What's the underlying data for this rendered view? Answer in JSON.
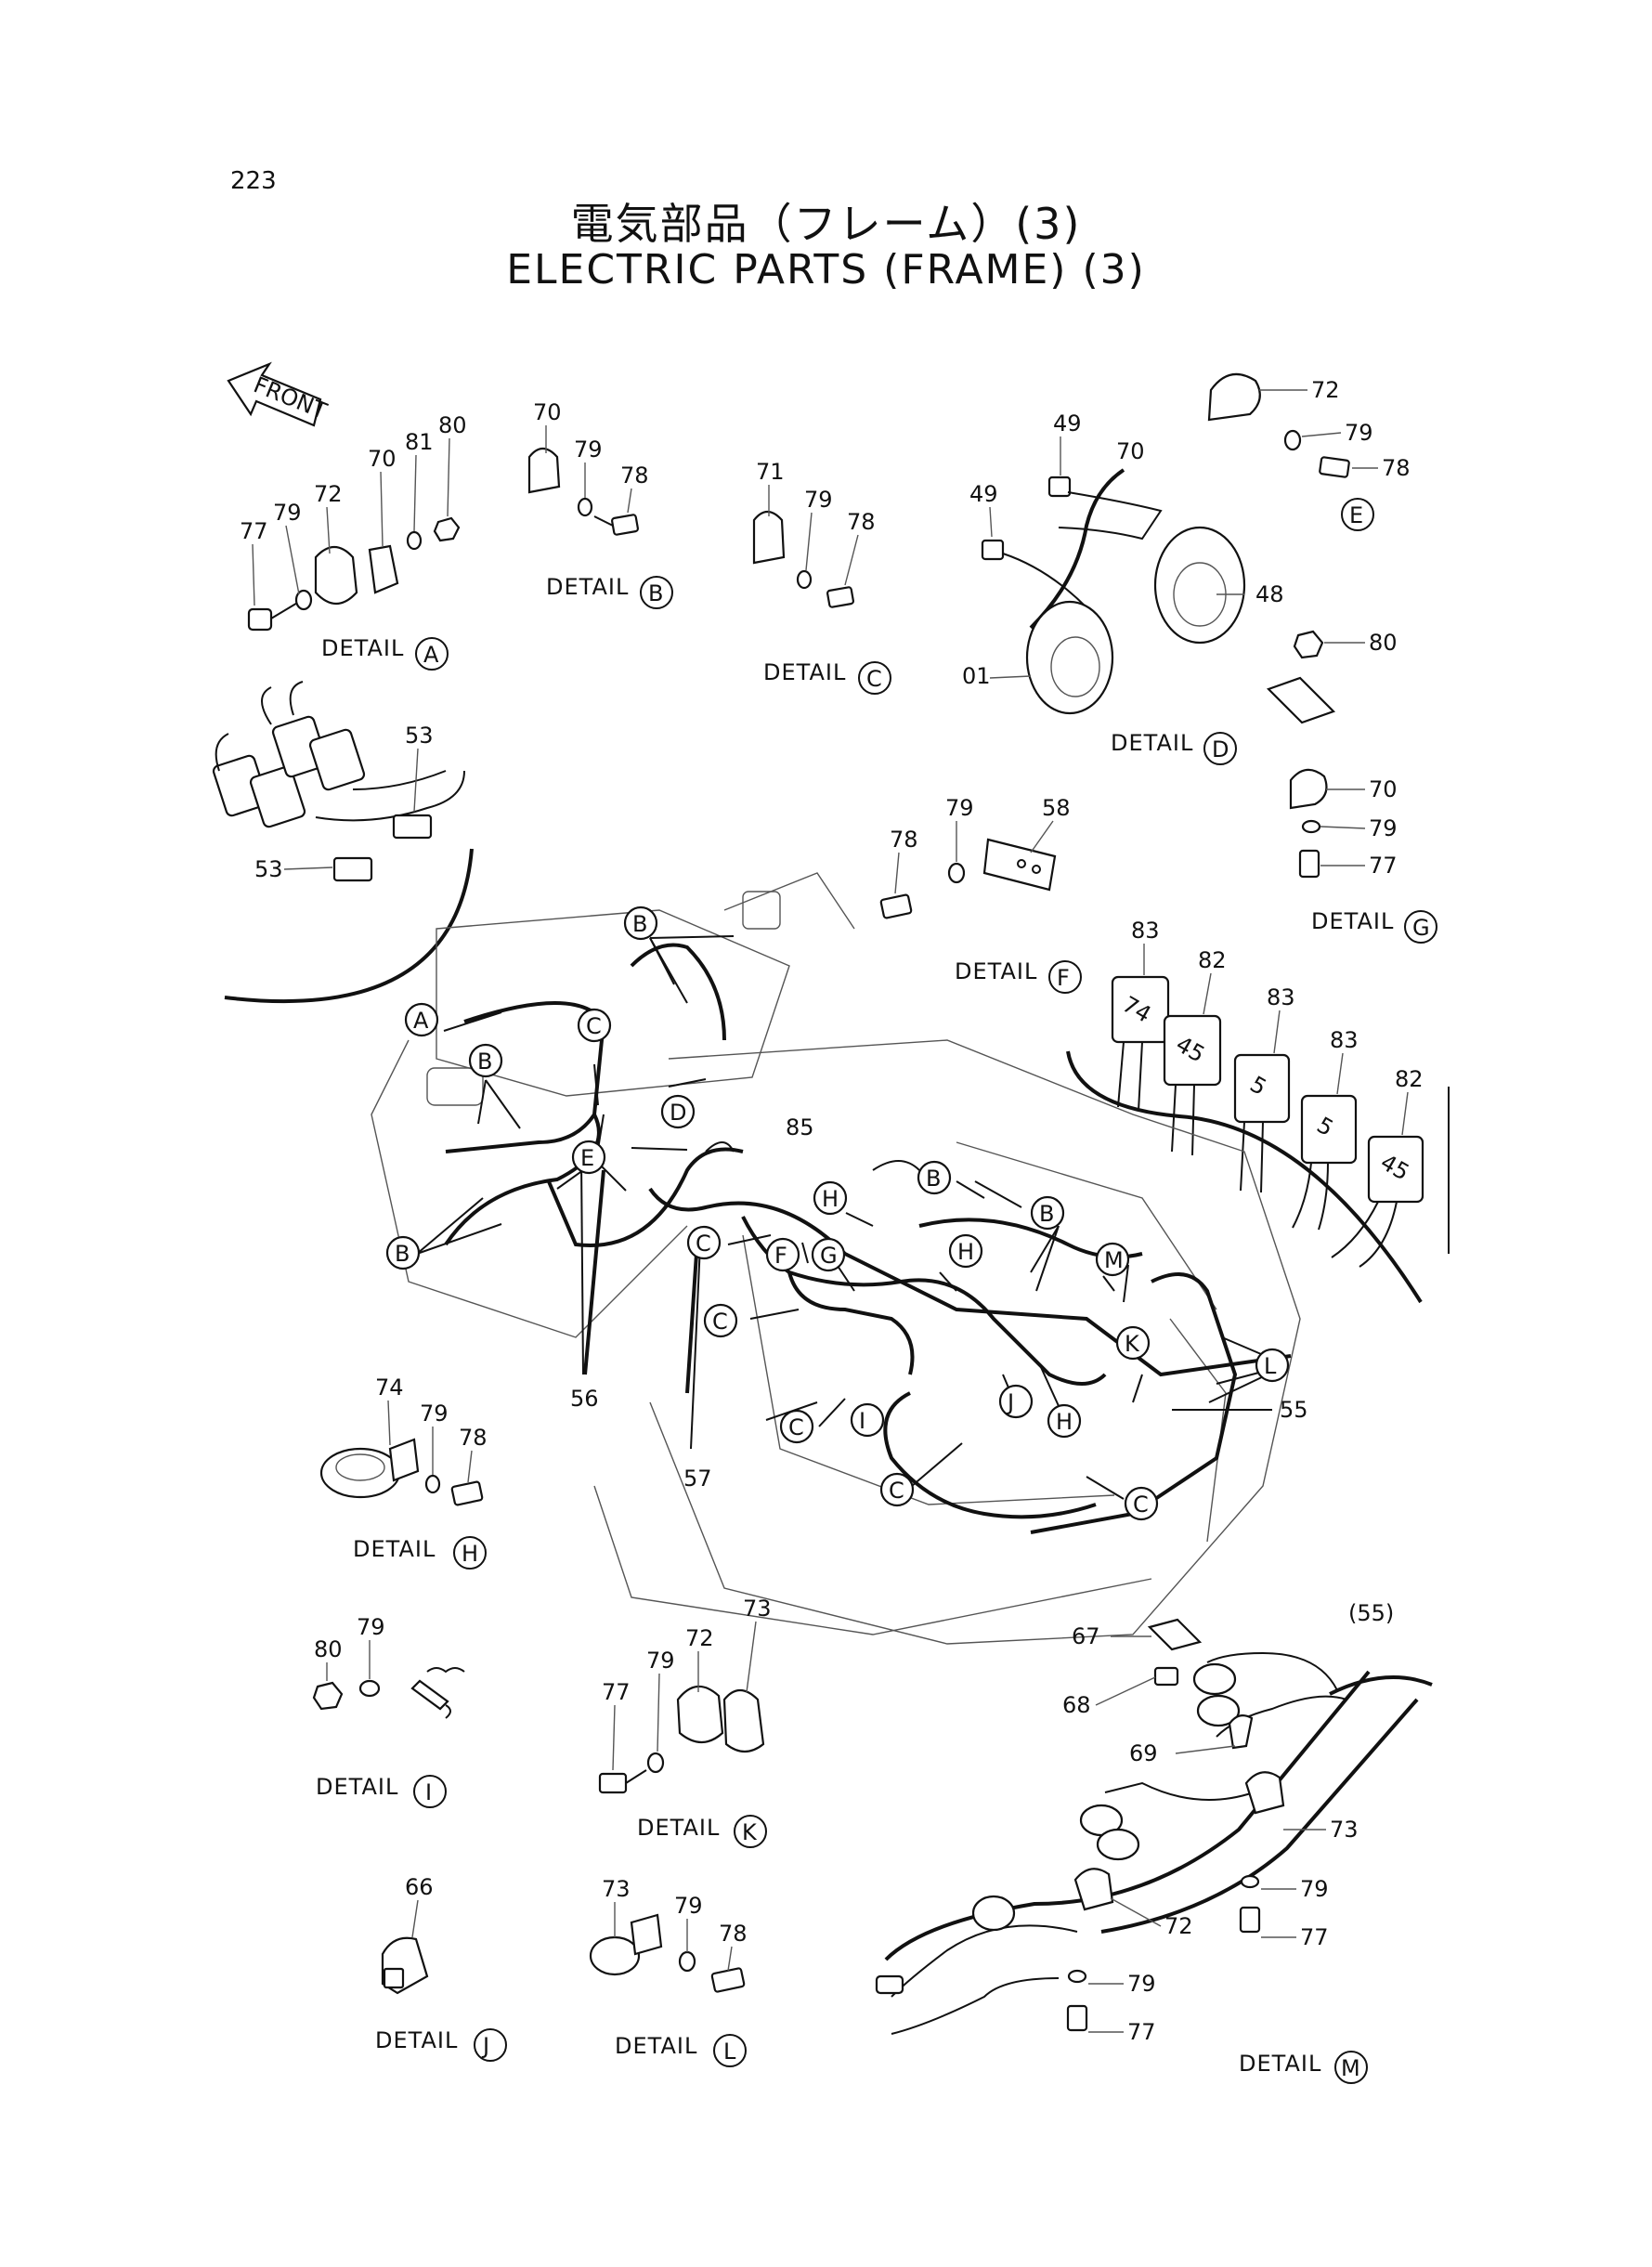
{
  "page": {
    "number": "223",
    "title_ja": "電気部品（フレーム）(3)",
    "title_en": "ELECTRIC PARTS (FRAME) (3)"
  },
  "front_arrow": "FRONT",
  "detail_word": "DETAIL",
  "details": {
    "A": {
      "letter": "A",
      "parts": [
        "77",
        "79",
        "72",
        "70",
        "81",
        "80"
      ]
    },
    "B": {
      "letter": "B",
      "parts": [
        "70",
        "79",
        "78"
      ]
    },
    "C": {
      "letter": "C",
      "parts": [
        "71",
        "79",
        "78"
      ]
    },
    "D": {
      "letter": "D",
      "parts": [
        "49",
        "70",
        "49",
        "48",
        "01"
      ]
    },
    "E": {
      "letter": "E",
      "parts": [
        "72",
        "79",
        "78"
      ]
    },
    "F": {
      "letter": "F",
      "parts": [
        "78",
        "79",
        "58"
      ]
    },
    "G": {
      "letter": "G",
      "parts": [
        "80",
        "70",
        "79",
        "77"
      ]
    },
    "H": {
      "letter": "H",
      "parts": [
        "74",
        "79",
        "78"
      ]
    },
    "I": {
      "letter": "I",
      "parts": [
        "80",
        "79"
      ]
    },
    "J": {
      "letter": "J",
      "parts": [
        "66"
      ]
    },
    "K": {
      "letter": "K",
      "parts": [
        "77",
        "79",
        "72",
        "73"
      ]
    },
    "L": {
      "letter": "L",
      "parts": [
        "73",
        "79",
        "78"
      ]
    },
    "M": {
      "letter": "M",
      "parts": [
        "(55)",
        "67",
        "68",
        "69",
        "73",
        "79",
        "77",
        "72",
        "79",
        "77"
      ]
    }
  },
  "connector_parts": [
    "53",
    "53"
  ],
  "relay_parts": [
    "83",
    "82",
    "83",
    "83",
    "82"
  ],
  "relay_labels": [
    "74",
    "45",
    "5",
    "5",
    "45"
  ],
  "harness_parts": [
    "85",
    "56",
    "57",
    "55"
  ],
  "harness_callouts": [
    "A",
    "B",
    "C",
    "D",
    "E",
    "B",
    "B",
    "E",
    "C",
    "H",
    "B",
    "B",
    "F",
    "G",
    "H",
    "M",
    "C",
    "K",
    "L",
    "C",
    "I",
    "J",
    "H",
    "C",
    "C"
  ]
}
